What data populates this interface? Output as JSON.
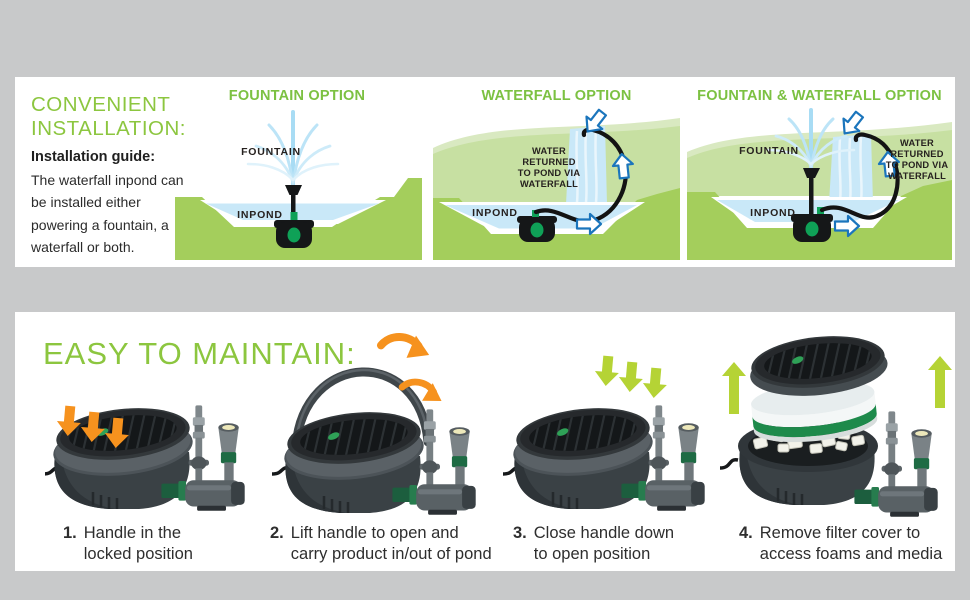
{
  "colors": {
    "accent_green": "#8CC63F",
    "option_title_green": "#7CC142",
    "bank_green": "#A4CE5C",
    "hill_green": "#C7E0A2",
    "water_blue": "#C9E8F8",
    "arrow_orange": "#F6921E",
    "arrow_lime": "#B5D335",
    "text_dark": "#231F20"
  },
  "installation": {
    "heading_line1": "CONVENIENT",
    "heading_line2": "INSTALLATION:",
    "guide_title": "Installation guide:",
    "guide_body": "The waterfall inpond can be installed either powering a fountain, a waterfall or both.",
    "fountain_option": {
      "title": "FOUNTAIN OPTION",
      "fountain_label": "FOUNTAIN",
      "inpond_label": "INPOND"
    },
    "waterfall_option": {
      "title": "WATERFALL OPTION",
      "inpond_label": "INPOND",
      "water_return_lines": [
        "WATER",
        "RETURNED",
        "TO POND VIA",
        "WATERFALL"
      ]
    },
    "combo_option": {
      "title": "FOUNTAIN & WATERFALL OPTION",
      "fountain_label": "FOUNTAIN",
      "inpond_label": "INPOND",
      "water_return_lines": [
        "WATER",
        "RETURNED",
        "TO POND VIA",
        "WATERFALL"
      ]
    }
  },
  "maintain": {
    "heading": "EASY TO MAINTAIN:",
    "steps": [
      {
        "num": "1.",
        "line1": "Handle in the",
        "line2": "locked position"
      },
      {
        "num": "2.",
        "line1": "Lift handle to open and",
        "line2": "carry product in/out of pond"
      },
      {
        "num": "3.",
        "line1": "Close handle down",
        "line2": "to open position"
      },
      {
        "num": "4.",
        "line1": "Remove filter cover to",
        "line2": "access foams and media"
      }
    ]
  }
}
